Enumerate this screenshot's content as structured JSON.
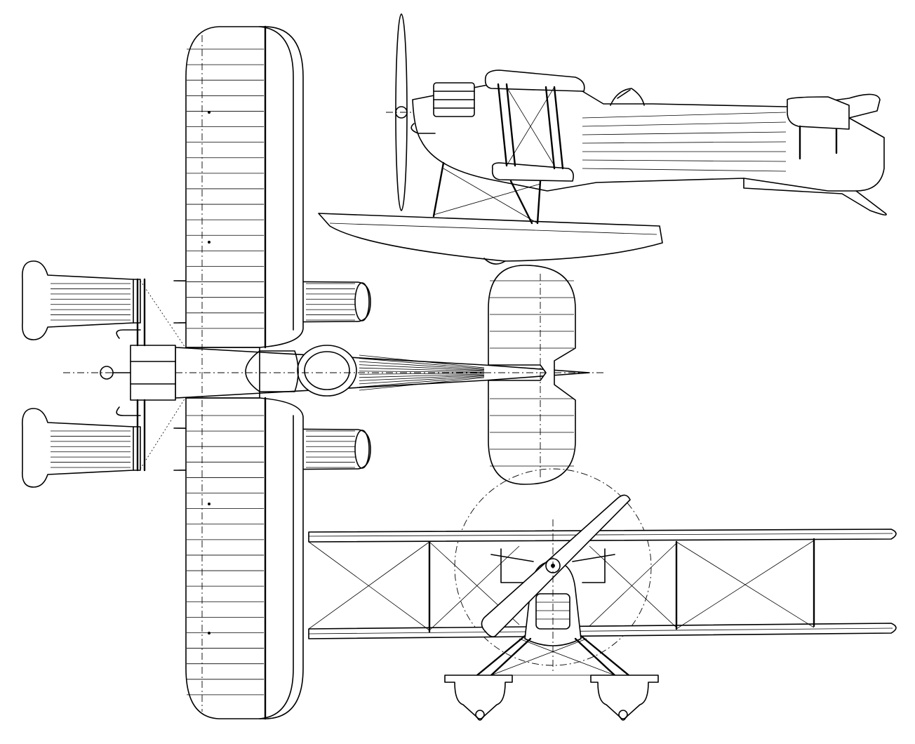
{
  "drawing": {
    "colors": {
      "line": "#000000",
      "background": "#ffffff"
    },
    "views": [
      "plan-view",
      "side-view",
      "front-view"
    ],
    "plan_view": {
      "wing_rib_count": 38,
      "fuselage_stringer_count": 12,
      "float_stringer_count": 8
    },
    "side_view": {
      "float_count": 1
    },
    "front_view": {
      "float_count": 2,
      "propeller_blade_count": 2
    }
  }
}
